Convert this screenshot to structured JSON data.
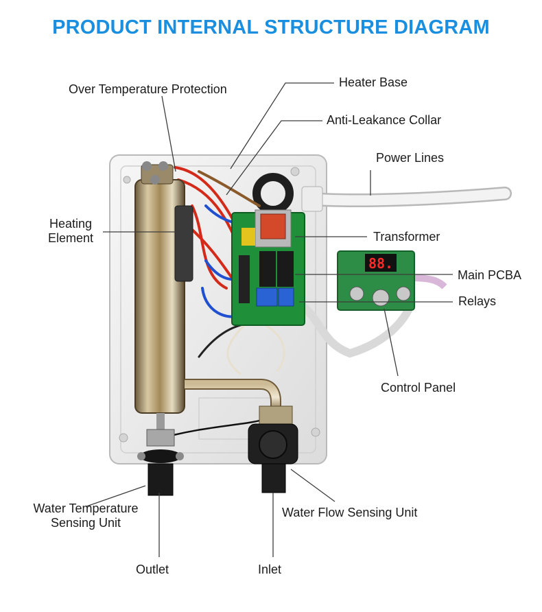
{
  "title": "PRODUCT INTERNAL STRUCTURE DIAGRAM",
  "accent_color": "#1a8fe0",
  "labels": {
    "over_temp": "Over Temperature Protection",
    "heater_base": "Heater Base",
    "anti_leak": "Anti-Leakance Collar",
    "power_lines": "Power Lines",
    "heating_element_1": "Heating",
    "heating_element_2": "Element",
    "transformer": "Transformer",
    "main_pcba": "Main PCBA",
    "relays": "Relays",
    "control_panel": "Control Panel",
    "water_temp_1": "Water Temperature",
    "water_temp_2": "Sensing Unit",
    "water_flow": "Water Flow Sensing Unit",
    "outlet": "Outlet",
    "inlet": "Inlet"
  },
  "display_reading": "88."
}
